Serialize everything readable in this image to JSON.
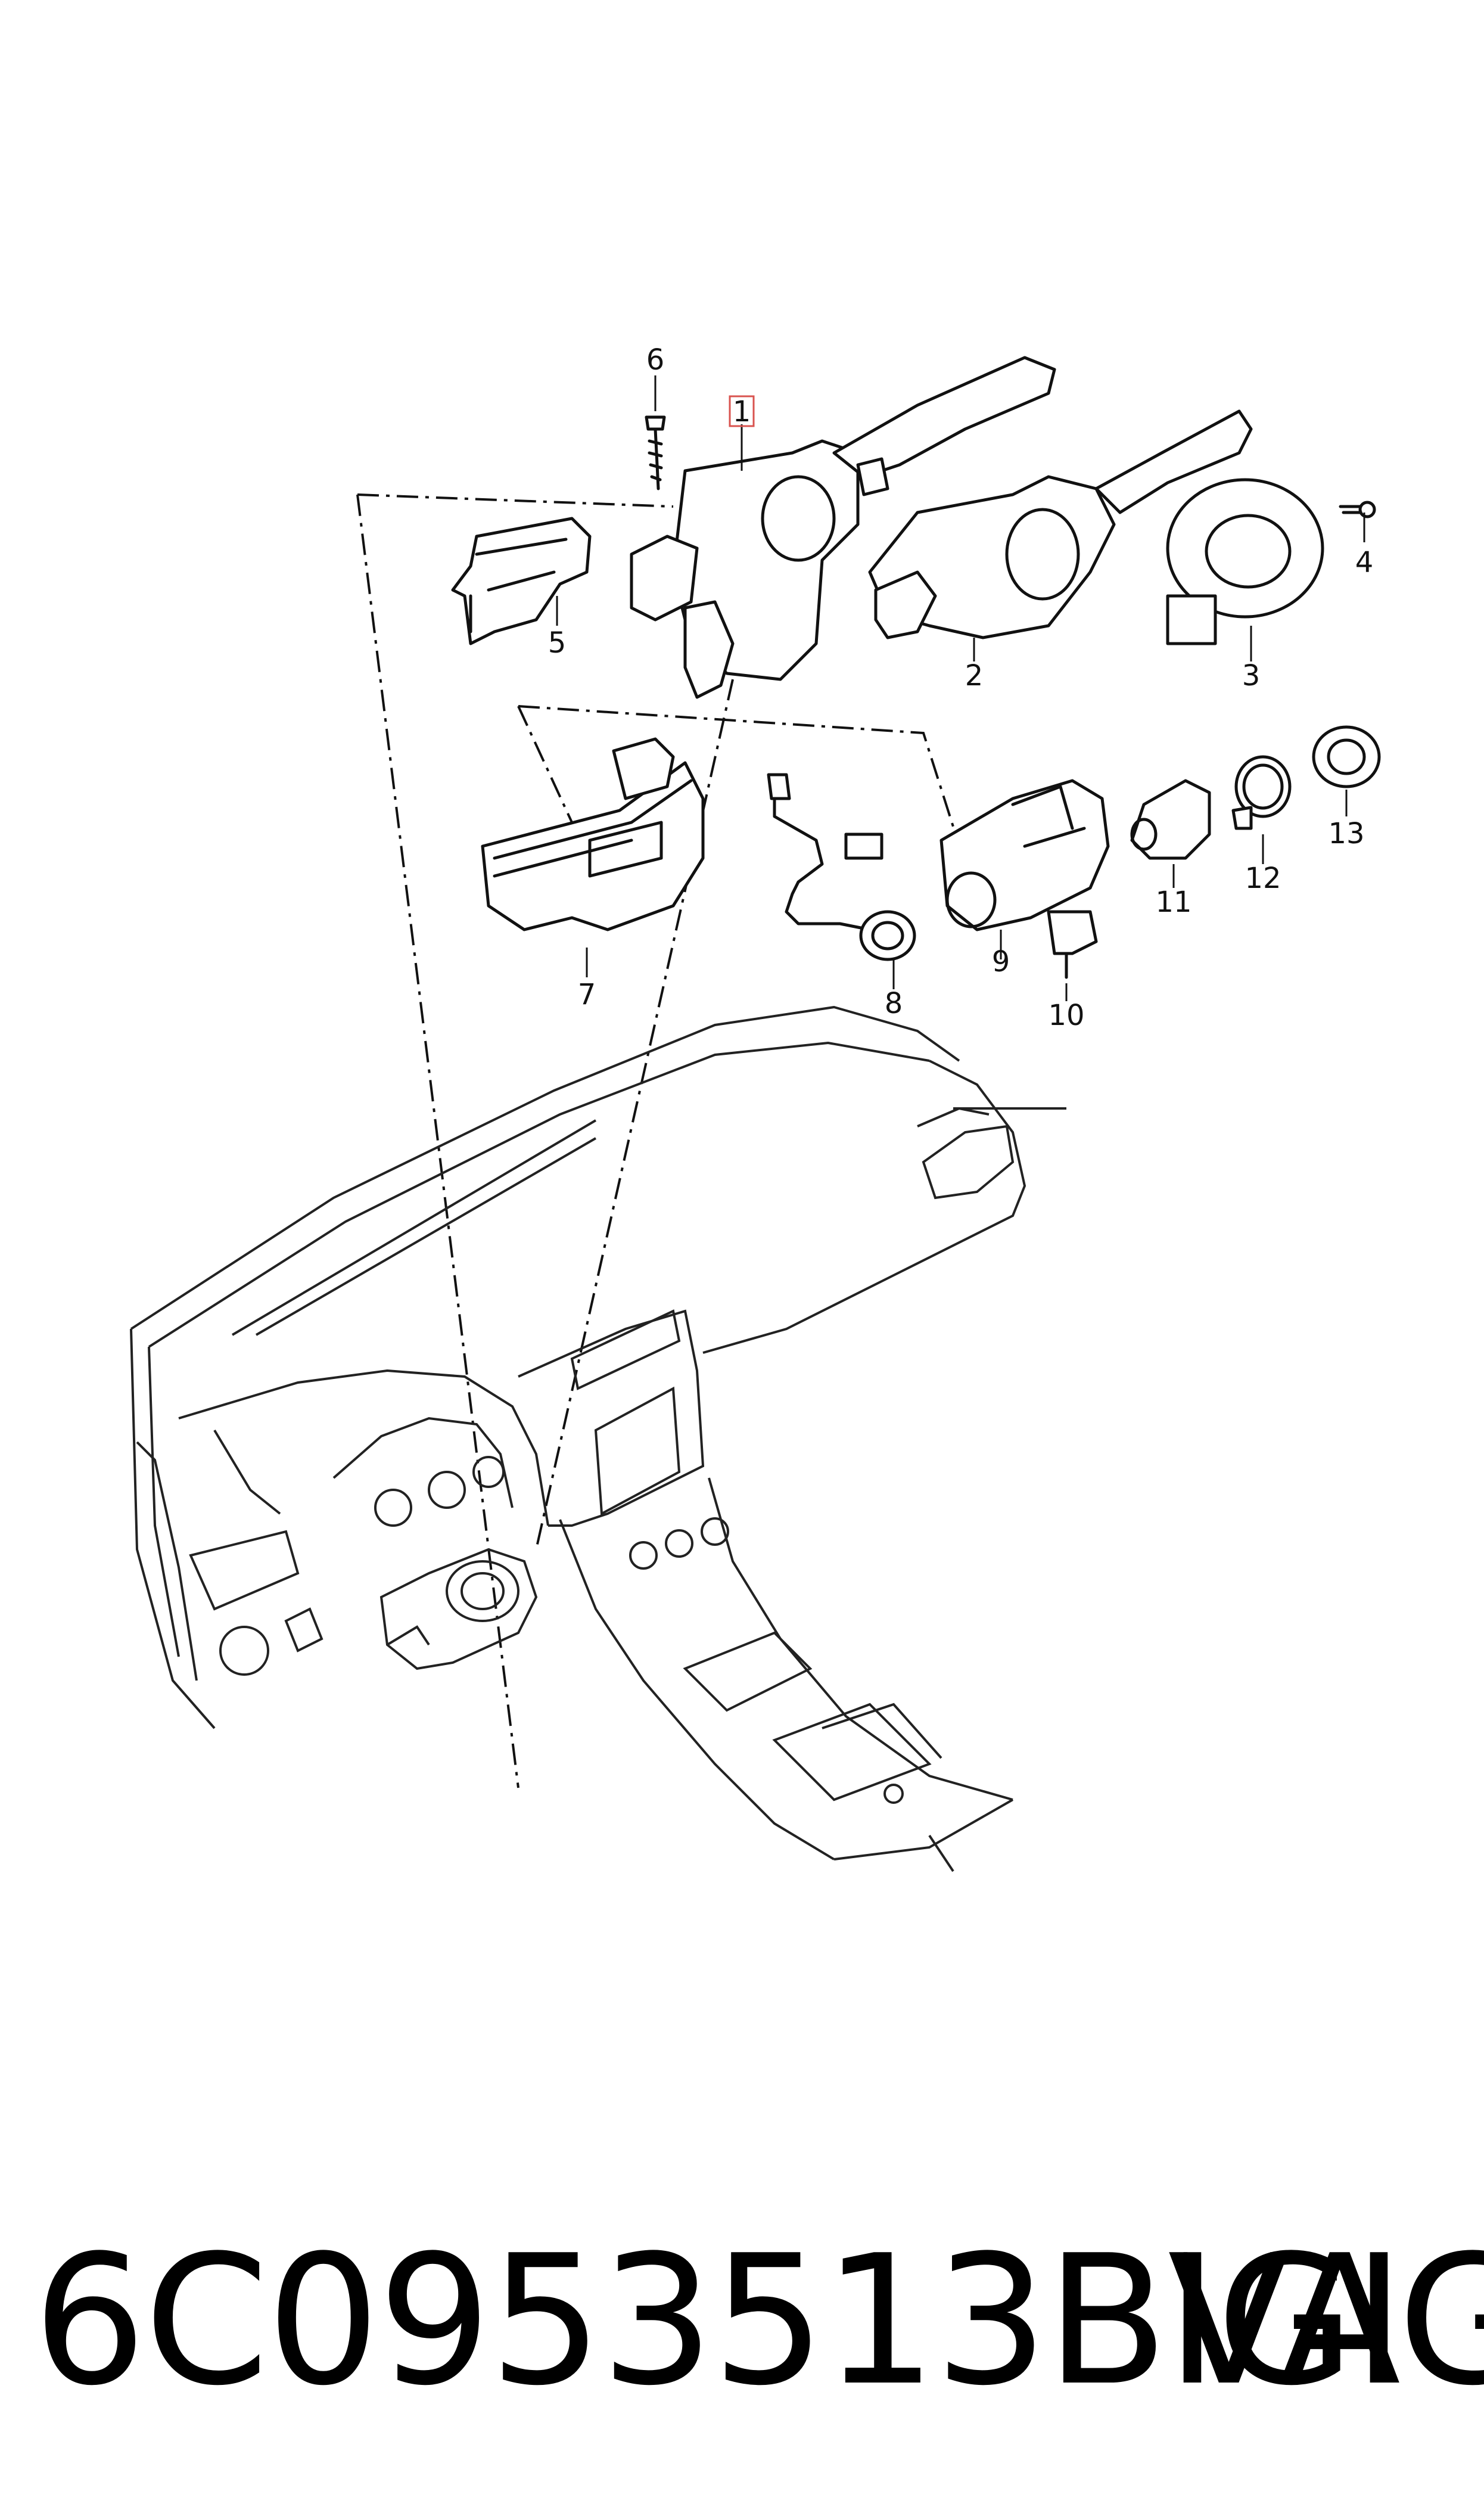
{
  "diagram": {
    "callouts": [
      {
        "id": "1",
        "text": "1",
        "highlighted": true
      },
      {
        "id": "2",
        "text": "2"
      },
      {
        "id": "3",
        "text": "3"
      },
      {
        "id": "4",
        "text": "4"
      },
      {
        "id": "5",
        "text": "5"
      },
      {
        "id": "6",
        "text": "6"
      },
      {
        "id": "7",
        "text": "7"
      },
      {
        "id": "8",
        "text": "8"
      },
      {
        "id": "9",
        "text": "9"
      },
      {
        "id": "10",
        "text": "10"
      },
      {
        "id": "11",
        "text": "11"
      },
      {
        "id": "12",
        "text": "12"
      },
      {
        "id": "13",
        "text": "13"
      }
    ],
    "highlight_color": "#d9534f"
  },
  "footer": {
    "part_number": "6C0953513BIGI",
    "brand": "VAG"
  }
}
